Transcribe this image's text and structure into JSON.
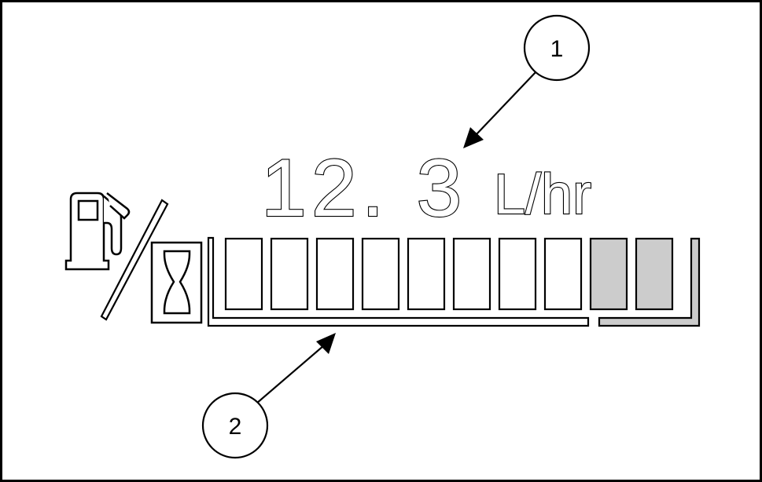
{
  "readout": {
    "value": "12. 3",
    "unit": "L/hr"
  },
  "callouts": [
    {
      "id": "1"
    },
    {
      "id": "2"
    }
  ],
  "bargraph": {
    "segments_total": 10,
    "segments_shaded": 2
  },
  "icons": {
    "fuel": "fuel-pump-icon",
    "timer": "hourglass-icon",
    "separator": "slash-divider"
  },
  "colors": {
    "outline": "#000000",
    "background": "#ffffff",
    "shaded": "#cccccc"
  }
}
